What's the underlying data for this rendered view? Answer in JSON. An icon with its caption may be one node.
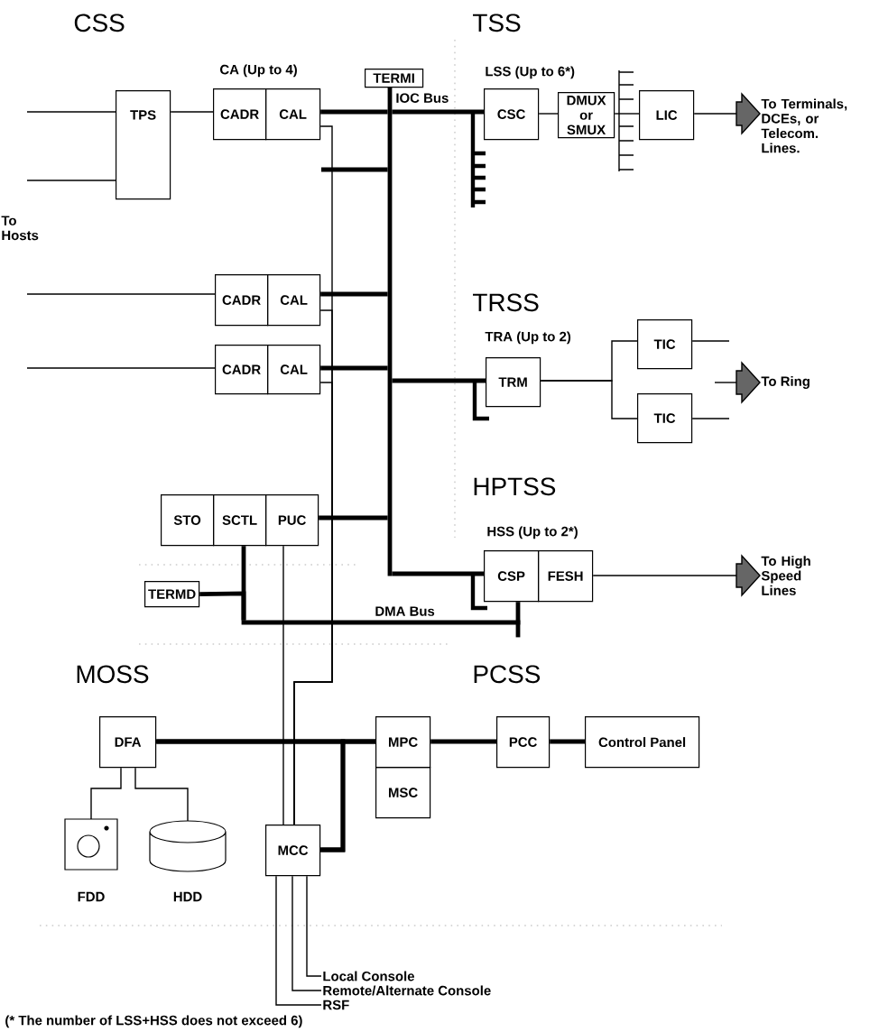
{
  "diagram": {
    "nodes": [
      {
        "text": [
          "TPS"
        ]
      },
      {
        "text": [
          "CADR"
        ]
      },
      {
        "text": [
          "CAL"
        ]
      },
      {
        "text": [
          "TERMI"
        ]
      },
      {
        "text": [],
        "shape": "bar",
        "beside": [
          "IOC Bus"
        ]
      },
      {
        "text": [
          "CSC"
        ]
      },
      {
        "text": [
          "DMUX or SMUX"
        ]
      },
      {
        "text": [
          "LIC"
        ]
      },
      {
        "text": [
          "To Terminals, DCEs, or Telecom. Lines."
        ]
      },
      {
        "text": [
          "CADR"
        ]
      },
      {
        "text": [
          "CAL"
        ]
      },
      {
        "text": [
          "CADR"
        ]
      },
      {
        "text": [
          "CAL"
        ]
      },
      {
        "text": [
          "TRM"
        ]
      },
      {
        "text": [
          "TIC"
        ]
      },
      {
        "text": [
          "TIC"
        ]
      },
      {
        "text": [
          "To Ring"
        ]
      },
      {
        "text": [
          "STO"
        ]
      },
      {
        "text": [
          "SCTL"
        ]
      },
      {
        "text": [
          "PUC"
        ]
      },
      {
        "text": [
          "CSP"
        ]
      },
      {
        "text": [
          "FESH"
        ]
      },
      {
        "text": [
          "To High Speed Lines"
        ]
      },
      {
        "text": [
          "TERMD"
        ]
      },
      {
        "text": [],
        "shape": "bar",
        "beside": [
          "DMA Bus"
        ]
      },
      {
        "text": [
          "DFA"
        ]
      },
      {
        "text": [
          "MPC"
        ]
      },
      {
        "text": [
          "PCC"
        ]
      },
      {
        "text": [
          "Control Panel"
        ]
      },
      {
        "text": [
          "MSC"
        ]
      },
      {
        "text": [],
        "shape": "picture",
        "beside": [
          "FDD"
        ]
      },
      {
        "text": [],
        "shape": "cylinder",
        "beside": [
          "HDD"
        ]
      },
      {
        "text": [
          "MCC"
        ]
      },
      {
        "text": [
          "Local Console"
        ]
      },
      {
        "text": [
          "Remote/Alternate Console"
        ]
      },
      {
        "text": [
          "RSF"
        ]
      }
    ],
    "edges": [
      {
        "from": null,
        "to": 0,
        "arrow": "none"
      },
      {
        "from": null,
        "to": 0,
        "arrow": "none"
      },
      {
        "from": 0,
        "to": 1,
        "arrow": "none"
      },
      {
        "from": 2,
        "to": 4,
        "arrow": "none",
        "style": "thick"
      },
      {
        "from": 4,
        "to": 5,
        "arrow": "none",
        "style": "thick"
      },
      {
        "from": 5,
        "to": 6,
        "arrow": "none"
      },
      {
        "from": 6,
        "to": 7,
        "arrow": "none"
      },
      {
        "from": 7,
        "to": 8,
        "arrow": "to"
      },
      {
        "from": null,
        "to": 9,
        "arrow": "none"
      },
      {
        "from": 10,
        "to": 4,
        "arrow": "none",
        "style": "thick"
      },
      {
        "from": null,
        "to": 11,
        "arrow": "none"
      },
      {
        "from": 12,
        "to": 4,
        "arrow": "none",
        "style": "thick"
      },
      {
        "from": 4,
        "to": 13,
        "arrow": "none",
        "style": "thick"
      },
      {
        "from": 13,
        "to": 14,
        "arrow": "none"
      },
      {
        "from": 13,
        "to": 15,
        "arrow": "none"
      },
      {
        "from": 14,
        "to": null,
        "arrow": "none"
      },
      {
        "from": 15,
        "to": null,
        "arrow": "none"
      },
      {
        "from": null,
        "to": 16,
        "arrow": "to"
      },
      {
        "from": 19,
        "to": 4,
        "arrow": "none",
        "style": "thick"
      },
      {
        "from": 4,
        "to": 20,
        "arrow": "none",
        "style": "thick"
      },
      {
        "from": 21,
        "to": 22,
        "arrow": "to"
      },
      {
        "from": 18,
        "to": 24,
        "arrow": "none",
        "style": "thick"
      },
      {
        "from": 23,
        "to": 24,
        "arrow": "none",
        "style": "thick"
      },
      {
        "from": 20,
        "to": 24,
        "arrow": "none",
        "style": "thick"
      },
      {
        "from": 4,
        "to": null,
        "arrow": "none",
        "style": "thick"
      },
      {
        "from": 2,
        "to": 32,
        "arrow": "none"
      },
      {
        "from": 10,
        "to": 32,
        "arrow": "none"
      },
      {
        "from": 12,
        "to": 32,
        "arrow": "none"
      },
      {
        "from": 19,
        "to": 32,
        "arrow": "none"
      },
      {
        "from": 25,
        "to": 26,
        "arrow": "none",
        "style": "thick"
      },
      {
        "from": 32,
        "to": 26,
        "arrow": "none",
        "style": "thick"
      },
      {
        "from": 32,
        "to": 25,
        "arrow": "none",
        "style": "thick"
      },
      {
        "from": 26,
        "to": 27,
        "arrow": "none",
        "style": "thick"
      },
      {
        "from": 27,
        "to": 28,
        "arrow": "none",
        "style": "thick"
      },
      {
        "from": 25,
        "to": 30,
        "arrow": "none"
      },
      {
        "from": 25,
        "to": 31,
        "arrow": "none"
      },
      {
        "from": 32,
        "to": 33,
        "arrow": "none"
      },
      {
        "from": 32,
        "to": 34,
        "arrow": "none"
      },
      {
        "from": 32,
        "to": 35,
        "arrow": "none"
      }
    ],
    "labels": [
      "CSS",
      "TSS",
      "CA (Up to 4)",
      "LSS (Up to 6*)",
      "To Hosts",
      "TRSS",
      "TRA (Up to 2)",
      "HPTSS",
      "HSS (Up to 2*)",
      "MOSS",
      "PCSS",
      "(* The number of LSS+HSS does not exceed 6)"
    ]
  }
}
